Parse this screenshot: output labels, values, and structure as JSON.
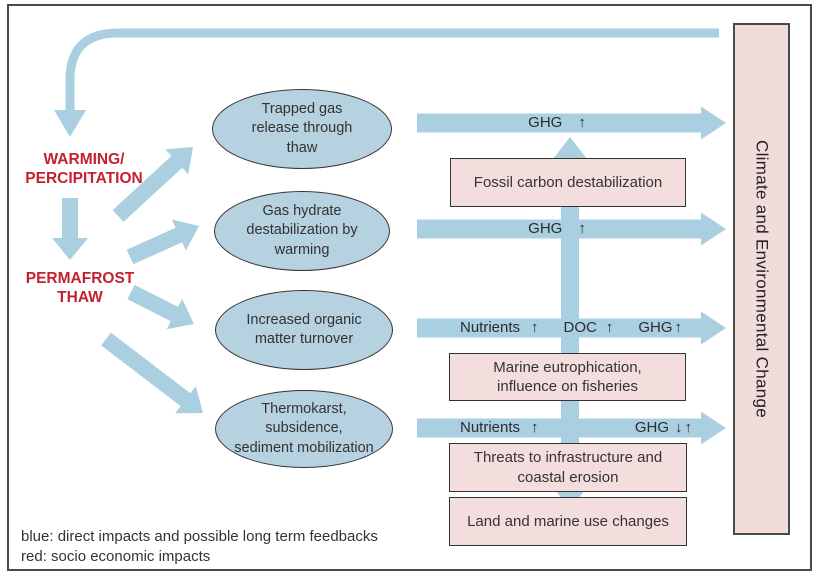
{
  "colors": {
    "arrow_blue": "#aacfe0",
    "ellipse_fill": "#b6d1e0",
    "impact_pink": "#f4dedd",
    "red_text": "#c4212f",
    "dark_text": "#363636"
  },
  "drivers": {
    "warming": "WARMING/\nPERCIPITATION",
    "permafrost": "PERMAFROST\nTHAW"
  },
  "processes": [
    {
      "label": "Trapped gas\nrelease through\nthaw"
    },
    {
      "label": "Gas hydrate\ndestabilization by\nwarming"
    },
    {
      "label": "Increased organic\nmatter turnover"
    },
    {
      "label": "Thermokarst,\nsubsidence,\nsediment mobilization"
    }
  ],
  "flow_labels": [
    {
      "a": "GHG",
      "a_dir": "↑"
    },
    {
      "a": "GHG",
      "a_dir": "↑"
    },
    {
      "a": "Nutrients",
      "a_dir": "↑",
      "b": "DOC",
      "b_dir": "↑",
      "c": "GHG",
      "c_dir": "↑"
    },
    {
      "a": "Nutrients",
      "a_dir": "↑",
      "c": "GHG",
      "c_dir": "↓↑"
    }
  ],
  "impact_boxes": [
    {
      "label": "Fossil carbon destabilization"
    },
    {
      "label": "Marine eutrophication,\ninfluence on fisheries"
    },
    {
      "label": "Threats to infrastructure and\ncoastal erosion"
    },
    {
      "label": "Land and marine use changes"
    }
  ],
  "outcome": {
    "label": "Climate and Environmental Change"
  },
  "legend": {
    "blue": "blue: direct impacts and possible long term feedbacks",
    "red": "red: socio economic impacts"
  }
}
